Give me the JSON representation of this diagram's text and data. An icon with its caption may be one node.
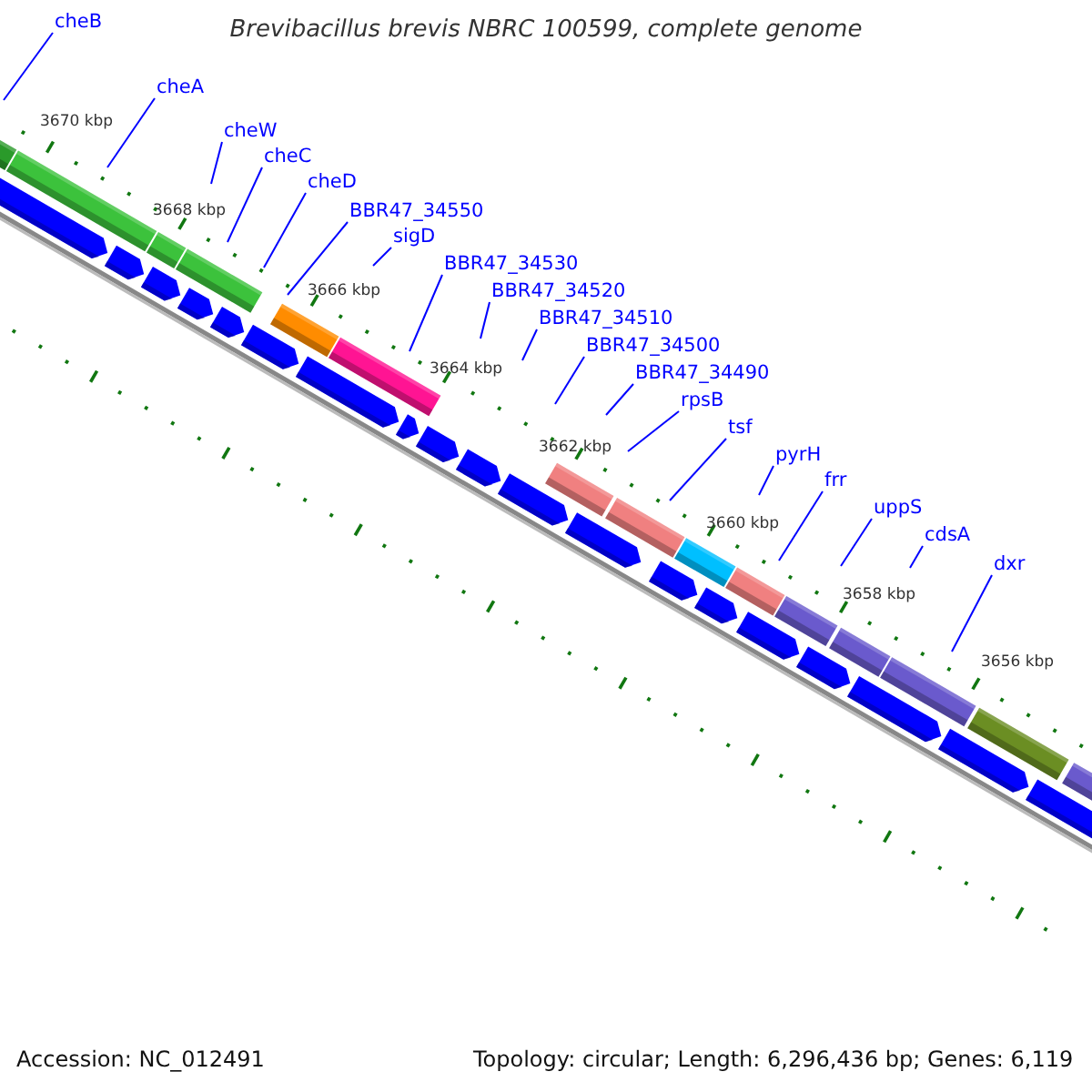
{
  "diagram": {
    "title": "Brevibacillus brevis NBRC 100599, complete genome",
    "nodes": [
      {
        "text": [
          "cheB"
        ]
      },
      {
        "text": [
          "cheA"
        ]
      },
      {
        "text": [
          "cheW"
        ]
      },
      {
        "text": [
          "cheC"
        ]
      },
      {
        "text": [
          "cheD"
        ]
      },
      {
        "text": [
          "BBR47_34550"
        ]
      },
      {
        "text": [
          "sigD"
        ]
      },
      {
        "text": [
          "BBR47_34530"
        ]
      },
      {
        "text": [
          "BBR47_34520"
        ]
      },
      {
        "text": [
          "BBR47_34510"
        ]
      },
      {
        "text": [
          "BBR47_34500"
        ]
      },
      {
        "text": [
          "BBR47_34490"
        ]
      },
      {
        "text": [
          "rpsB"
        ]
      },
      {
        "text": [
          "tsf"
        ]
      },
      {
        "text": [
          "pyrH"
        ]
      },
      {
        "text": [
          "frr"
        ]
      },
      {
        "text": [
          "uppS"
        ]
      },
      {
        "text": [
          "cdsA"
        ]
      },
      {
        "text": [
          "dxr"
        ]
      }
    ],
    "edges": [
      {
        "from": 0,
        "to": null,
        "arrow": "none"
      },
      {
        "from": 1,
        "to": null,
        "arrow": "none"
      },
      {
        "from": 2,
        "to": null,
        "arrow": "none"
      },
      {
        "from": 3,
        "to": null,
        "arrow": "none"
      },
      {
        "from": 4,
        "to": null,
        "arrow": "none"
      },
      {
        "from": 5,
        "to": null,
        "arrow": "none"
      },
      {
        "from": 6,
        "to": null,
        "arrow": "none"
      },
      {
        "from": 7,
        "to": null,
        "arrow": "none"
      },
      {
        "from": 8,
        "to": null,
        "arrow": "none"
      },
      {
        "from": 9,
        "to": null,
        "arrow": "none"
      },
      {
        "from": 10,
        "to": null,
        "arrow": "none"
      },
      {
        "from": 11,
        "to": null,
        "arrow": "none"
      },
      {
        "from": 12,
        "to": null,
        "arrow": "none"
      },
      {
        "from": 13,
        "to": null,
        "arrow": "none"
      },
      {
        "from": 14,
        "to": null,
        "arrow": "none"
      },
      {
        "from": 15,
        "to": null,
        "arrow": "none"
      },
      {
        "from": 16,
        "to": null,
        "arrow": "none"
      },
      {
        "from": 17,
        "to": null,
        "arrow": "none"
      },
      {
        "from": 18,
        "to": null,
        "arrow": "none"
      }
    ],
    "labels": [
      "3670 kbp",
      "3668 kbp",
      "3666 kbp",
      "3664 kbp",
      "3662 kbp",
      "3660 kbp",
      "3658 kbp",
      "3656 kbp",
      "Accession: NC_012491",
      "Topology: circular; Length: 6,296,436 bp; Genes: 6,119"
    ]
  }
}
